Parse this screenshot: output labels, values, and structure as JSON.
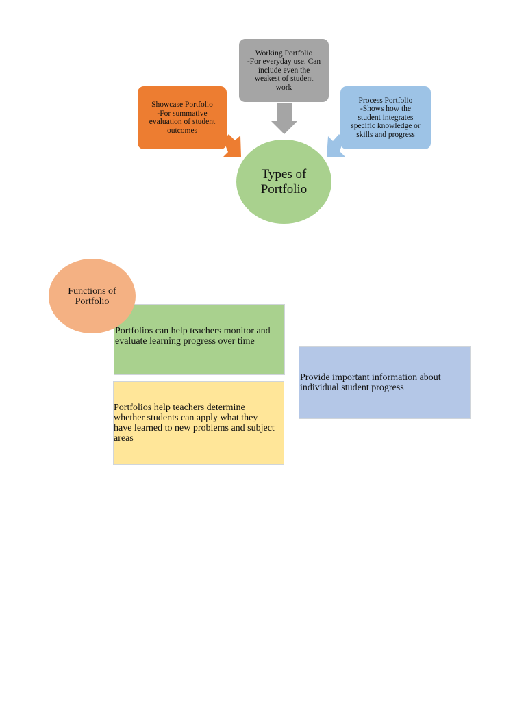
{
  "diagram": {
    "center": {
      "label": "Types of\nPortfolio"
    },
    "types": [
      {
        "id": "working",
        "label": "Working Portfolio\n-For everyday use. Can\ninclude even the\nweakest of student\nwork",
        "color": "#a5a5a5"
      },
      {
        "id": "showcase",
        "label": "Showcase Portfolio\n-For summative\nevaluation of student\noutcomes",
        "color": "#ed7d31"
      },
      {
        "id": "process",
        "label": "Process Portfolio\n-Shows how the\nstudent integrates\nspecific knowledge or\nskills and progress",
        "color": "#9dc3e6"
      }
    ],
    "arrow_colors": {
      "working": "#a5a5a5",
      "showcase": "#ed7d31",
      "process": "#9dc3e6"
    }
  },
  "functions": {
    "label": "Functions of\nPortfolio",
    "color": "#f4b183",
    "cards": [
      {
        "text": "Portfolios can help teachers monitor and evaluate learning progress over time",
        "color": "#a9d18e"
      },
      {
        "text": "Portfolios help teachers determine whether students can apply what they have learned to new problems and subject areas",
        "color": "#ffe699"
      },
      {
        "text": "Provide important information about individual student progress",
        "color": "#b4c7e7"
      }
    ]
  }
}
